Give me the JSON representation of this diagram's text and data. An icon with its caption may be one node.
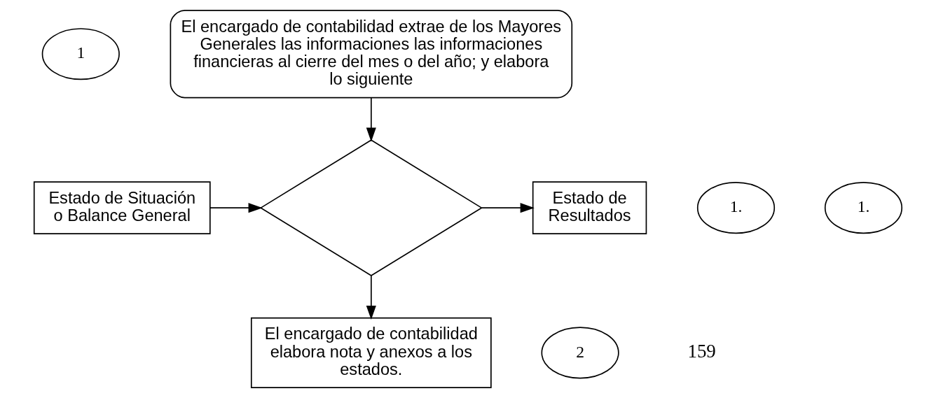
{
  "diagram": {
    "nodes": [
      {
        "text": [
          "El encargado de contabilidad extrae de los Mayores Generales las informaciones las informaciones financieras al cierre del mes o del año; y elabora lo siguiente"
        ]
      },
      {
        "text": [
          "1"
        ]
      },
      {
        "text": [
          "1."
        ]
      },
      {
        "text": [
          "Estado de Situación o Balance General"
        ]
      },
      {
        "text": [],
        "shape": "diamond"
      },
      {
        "text": [
          "Estado de Resultados"
        ]
      },
      {
        "text": [
          "1."
        ]
      },
      {
        "text": [
          "2"
        ]
      },
      {
        "text": [
          "El encargado de contabilidad elabora nota y anexos a los estados."
        ]
      }
    ],
    "edges": [
      {
        "from": 0,
        "to": 4,
        "arrow": "to"
      },
      {
        "from": 3,
        "to": 4,
        "arrow": "to"
      },
      {
        "from": 4,
        "to": 5,
        "arrow": "to"
      },
      {
        "from": 4,
        "to": 8,
        "arrow": "to"
      }
    ],
    "labels": [
      "159"
    ]
  }
}
